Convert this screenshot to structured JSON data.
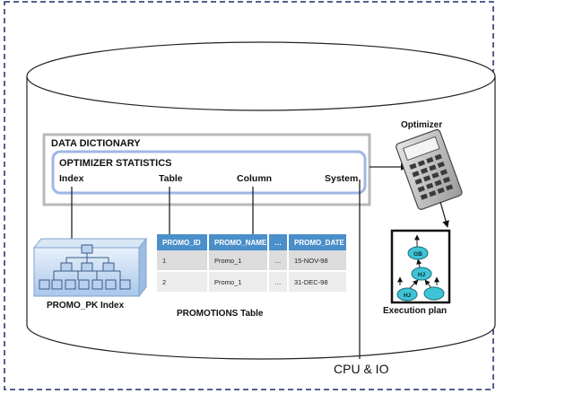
{
  "dictionary": {
    "title": "DATA DICTIONARY",
    "stats_title": "OPTIMIZER STATISTICS",
    "items": [
      "Index",
      "Table",
      "Column",
      "System"
    ]
  },
  "index": {
    "caption": "PROMO_PK Index"
  },
  "table": {
    "caption": "PROMOTIONS Table",
    "columns": [
      "PROMO_ID",
      "PROMO_NAME",
      "…",
      "PROMO_DATE"
    ],
    "rows": [
      [
        "1",
        "Promo_1",
        "…",
        "15-NOV-98"
      ],
      [
        "2",
        "Promo_1",
        "…",
        "31-DEC-98"
      ]
    ]
  },
  "optimizer": {
    "label": "Optimizer"
  },
  "plan": {
    "caption": "Execution plan",
    "nodes": [
      "GB",
      "HJ",
      "HJ"
    ]
  },
  "cpu": {
    "label": "CPU & IO"
  },
  "colors": {
    "header_blue": "#4a8fc9",
    "node_teal": "#3ec4d6",
    "border_navy": "#1f2a6b"
  }
}
